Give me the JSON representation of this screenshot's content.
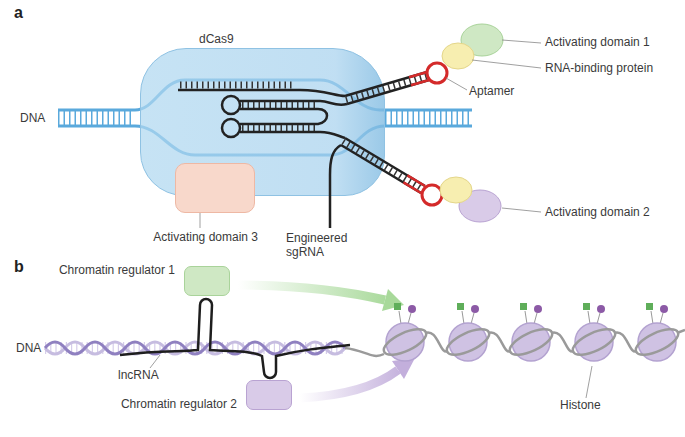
{
  "diagram": {
    "nodes": [
      {
        "text": [
          "dCas9"
        ]
      },
      {
        "text": [
          "Activating domain 3"
        ]
      },
      {
        "text": [
          "Chromatin regulator 1"
        ]
      },
      {
        "text": [
          "Chromatin regulator 2"
        ]
      }
    ],
    "labels": [
      "a",
      "DNA",
      "Activating domain 1",
      "RNA-binding protein",
      "Aptamer",
      "Activating domain 2",
      "Engineered sgRNA",
      "b",
      "DNA",
      "lncRNA",
      "Histone"
    ]
  }
}
